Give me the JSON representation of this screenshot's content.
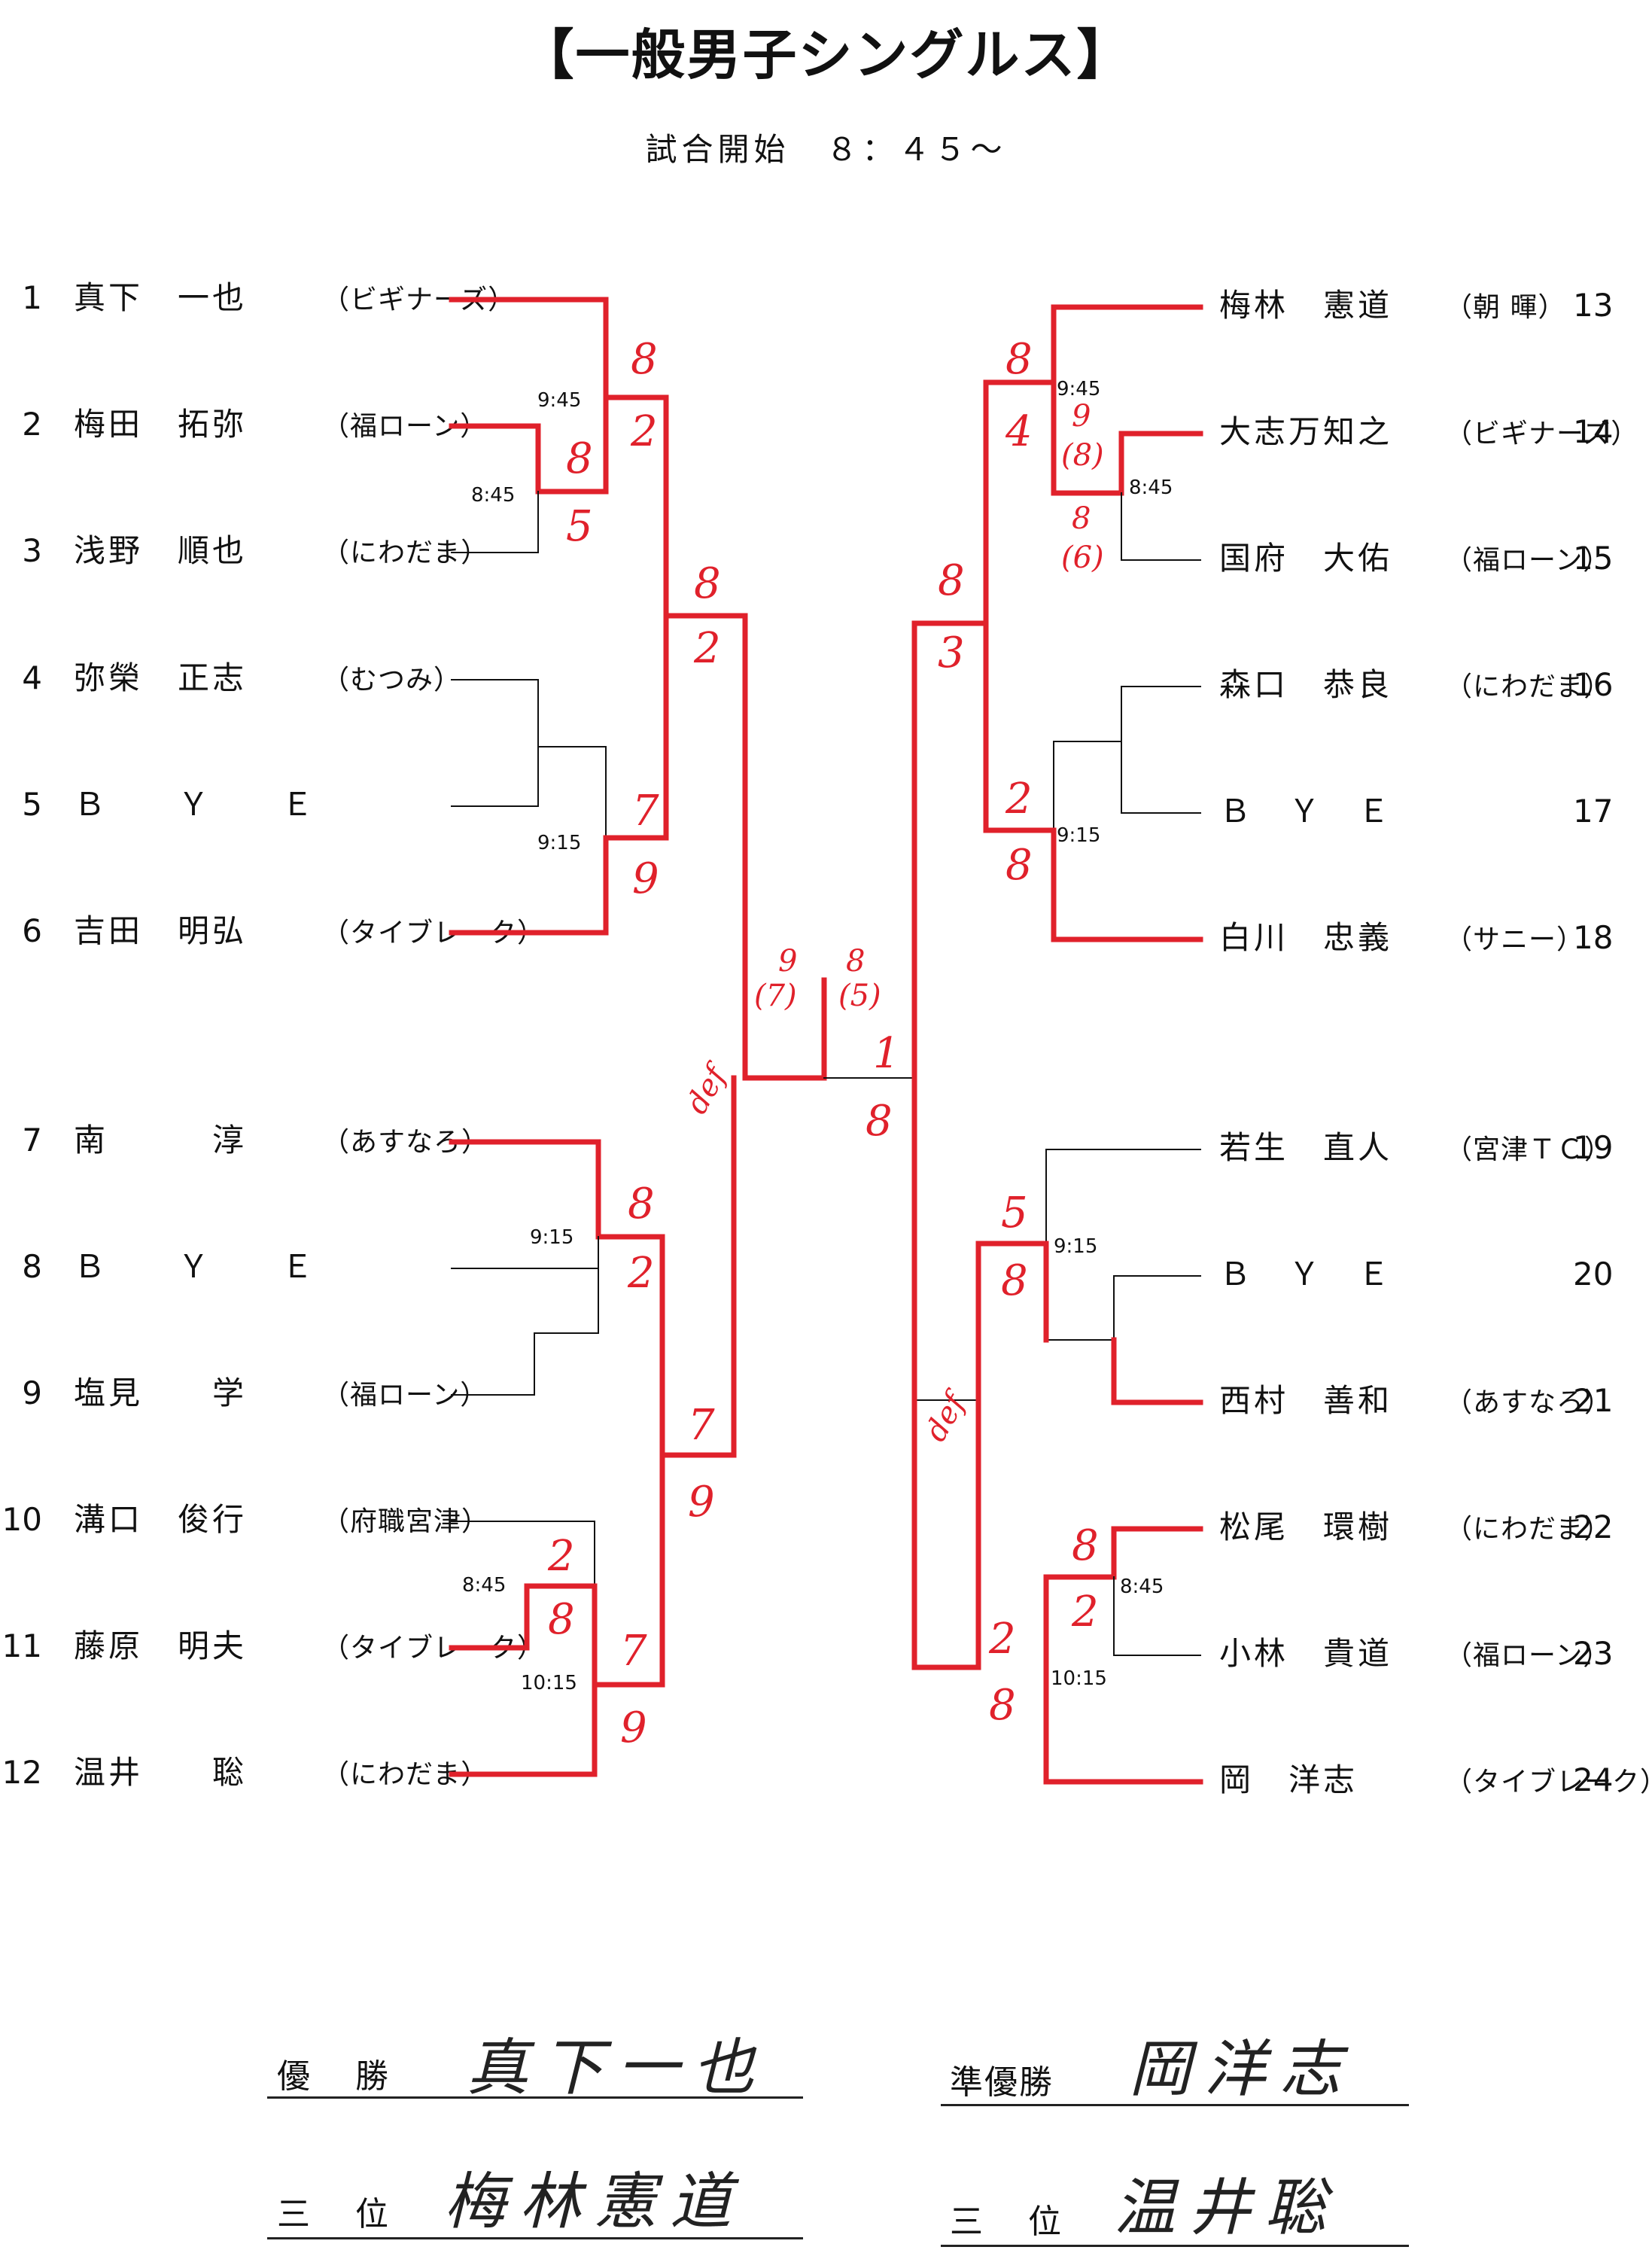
{
  "title": "【一般男子シングルス】",
  "start_time": "試合開始　８：４５～",
  "players": [
    {
      "no": "1",
      "name": "真下　一也",
      "club": "（ビギナーズ）"
    },
    {
      "no": "2",
      "name": "梅田　拓弥",
      "club": "（福ローン）"
    },
    {
      "no": "3",
      "name": "浅野　順也",
      "club": "（にわだま）"
    },
    {
      "no": "4",
      "name": "弥榮　正志",
      "club": "（むつみ）"
    },
    {
      "no": "5",
      "name": "Ｂ　　Ｙ　　Ｅ",
      "club": ""
    },
    {
      "no": "6",
      "name": "吉田　明弘",
      "club": "（タイブレーク）"
    },
    {
      "no": "7",
      "name": "南　　　淳",
      "club": "（あすなろ）"
    },
    {
      "no": "8",
      "name": "Ｂ　　Ｙ　　Ｅ",
      "club": ""
    },
    {
      "no": "9",
      "name": "塩見　　学",
      "club": "（福ローン）"
    },
    {
      "no": "10",
      "name": "溝口　俊行",
      "club": "（府職宮津）"
    },
    {
      "no": "11",
      "name": "藤原　明夫",
      "club": "（タイブレーク）"
    },
    {
      "no": "12",
      "name": "温井　　聡",
      "club": "（にわだま）"
    },
    {
      "no": "13",
      "name": "梅林　憲道",
      "club": "（朝 暉）"
    },
    {
      "no": "14",
      "name": "大志万知之",
      "club": "（ビギナーズ）"
    },
    {
      "no": "15",
      "name": "国府　大佑",
      "club": "（福ローン）"
    },
    {
      "no": "16",
      "name": "森口　恭良",
      "club": "（にわだま）"
    },
    {
      "no": "17",
      "name": "Ｂ　Ｙ　Ｅ",
      "club": ""
    },
    {
      "no": "18",
      "name": "白川　忠義",
      "club": "（サニー）"
    },
    {
      "no": "19",
      "name": "若生　直人",
      "club": "（宮津ＴＣ）"
    },
    {
      "no": "20",
      "name": "Ｂ　Ｙ　Ｅ",
      "club": ""
    },
    {
      "no": "21",
      "name": "西村　善和",
      "club": "（あすなろ）"
    },
    {
      "no": "22",
      "name": "松尾　環樹",
      "club": "（にわだま）"
    },
    {
      "no": "23",
      "name": "小林　貴道",
      "club": "（福ローン）"
    },
    {
      "no": "24",
      "name": "岡　洋志",
      "club": "（タイブレーク）"
    }
  ],
  "times": {
    "l1_2_3": "8:45",
    "l1_23": "9:45",
    "l4_5_6": "9:15",
    "l7_8_9": "9:15",
    "l10_11": "8:45",
    "l10_11_12": "10:15",
    "r14_15": "8:45",
    "r13_1415": "9:45",
    "r16_17_18": "9:15",
    "r19_20_21": "9:15",
    "r22_23": "8:45",
    "r22_23_24": "10:15"
  },
  "scores": {
    "a1": "8",
    "a2": "2",
    "b1": "8",
    "b2": "5",
    "c1": "8",
    "c2": "2",
    "d1": "7",
    "d2": "9",
    "e1": "8",
    "e2": "2",
    "f1": "2",
    "f2": "8",
    "g1": "7",
    "g2": "9",
    "h1": "7",
    "h2": "9",
    "fin_l": "9",
    "fin_l_tb": "(7)",
    "fin_r": "8",
    "fin_r_tb": "(5)",
    "fin_1": "1",
    "fin_8": "8",
    "ra1": "8",
    "ra2": "4",
    "rb1": "9",
    "rb1_tb": "(8)",
    "rb2": "8",
    "rb2_tb": "(6)",
    "rc1": "8",
    "rc2": "3",
    "rd1": "2",
    "rd2": "8",
    "re1": "5",
    "re2": "8",
    "rf1": "8",
    "rf2": "2",
    "rg1": "2",
    "rg2": "8",
    "def1": "def",
    "def2": "def"
  },
  "results": {
    "champion_label": "優　勝",
    "champion": "真下一也",
    "runner_up_label": "準優勝",
    "runner_up": "岡洋志",
    "third_label": "三　位",
    "third1": "梅林憲道",
    "third2": "温井聡"
  },
  "colors": {
    "winner_line": "#e0212b",
    "line": "#111111"
  }
}
